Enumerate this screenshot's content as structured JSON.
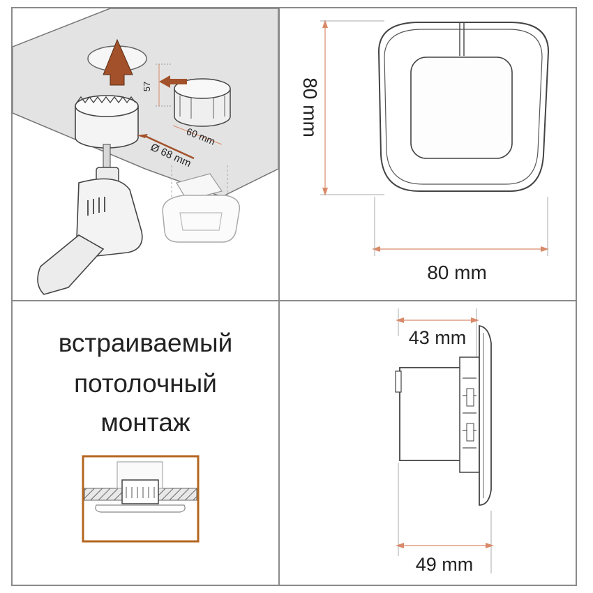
{
  "installation": {
    "cutout_label": "Ø 68 mm",
    "box_width_label": "60 mm",
    "box_depth_label": "57"
  },
  "front_view": {
    "height_label": "80 mm",
    "width_label": "80 mm"
  },
  "side_view": {
    "body_depth_label": "43 mm",
    "total_depth_label": "49 mm"
  },
  "caption": {
    "line1": "встраиваемый",
    "line2": "потолочный",
    "line3": "монтаж"
  },
  "colors": {
    "ceiling_frame": "#b4661f",
    "arrow": "#a2512a",
    "dimension": "#d98a6a"
  }
}
